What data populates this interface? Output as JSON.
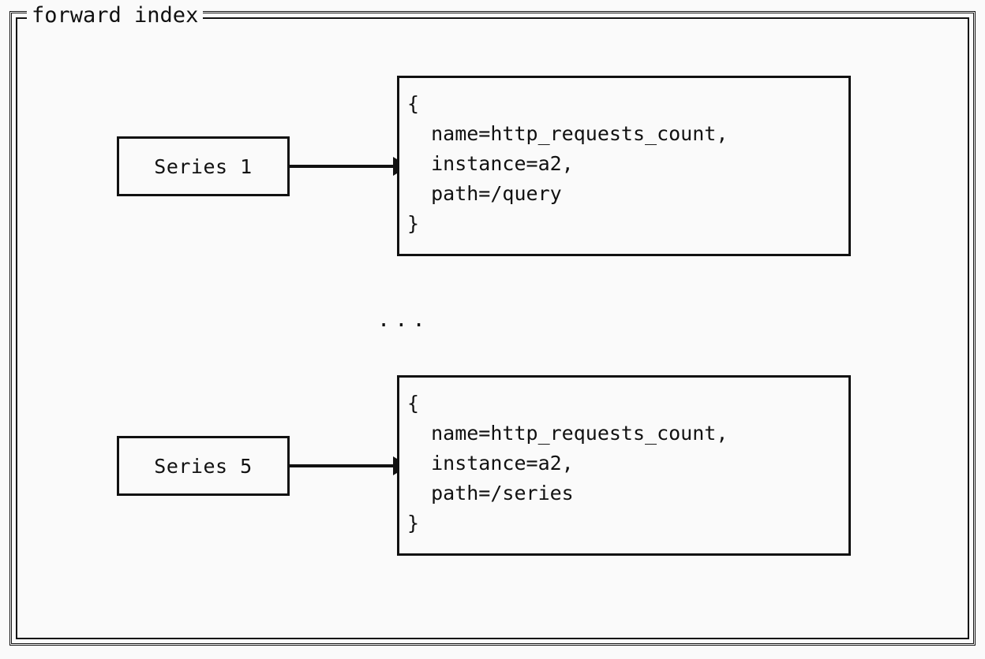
{
  "frame": {
    "title": "forward index",
    "border_color": "#111111",
    "background": "#fafafa"
  },
  "ellipsis": "...",
  "nodes": [
    {
      "id": "series-1",
      "label": "Series 1"
    },
    {
      "id": "series-5",
      "label": "Series 5"
    }
  ],
  "records": [
    {
      "id": "record-1",
      "lines": [
        "{",
        "  name=http_requests_count,",
        "  instance=a2,",
        "  path=/query",
        "}"
      ]
    },
    {
      "id": "record-5",
      "lines": [
        "{",
        "  name=http_requests_count,",
        "  instance=a2,",
        "  path=/series",
        "}"
      ]
    }
  ],
  "edges": [
    {
      "id": "edge-series1-record1",
      "from": "series-1",
      "to": "record-1"
    },
    {
      "id": "edge-series5-record5",
      "from": "series-5",
      "to": "record-5"
    }
  ]
}
